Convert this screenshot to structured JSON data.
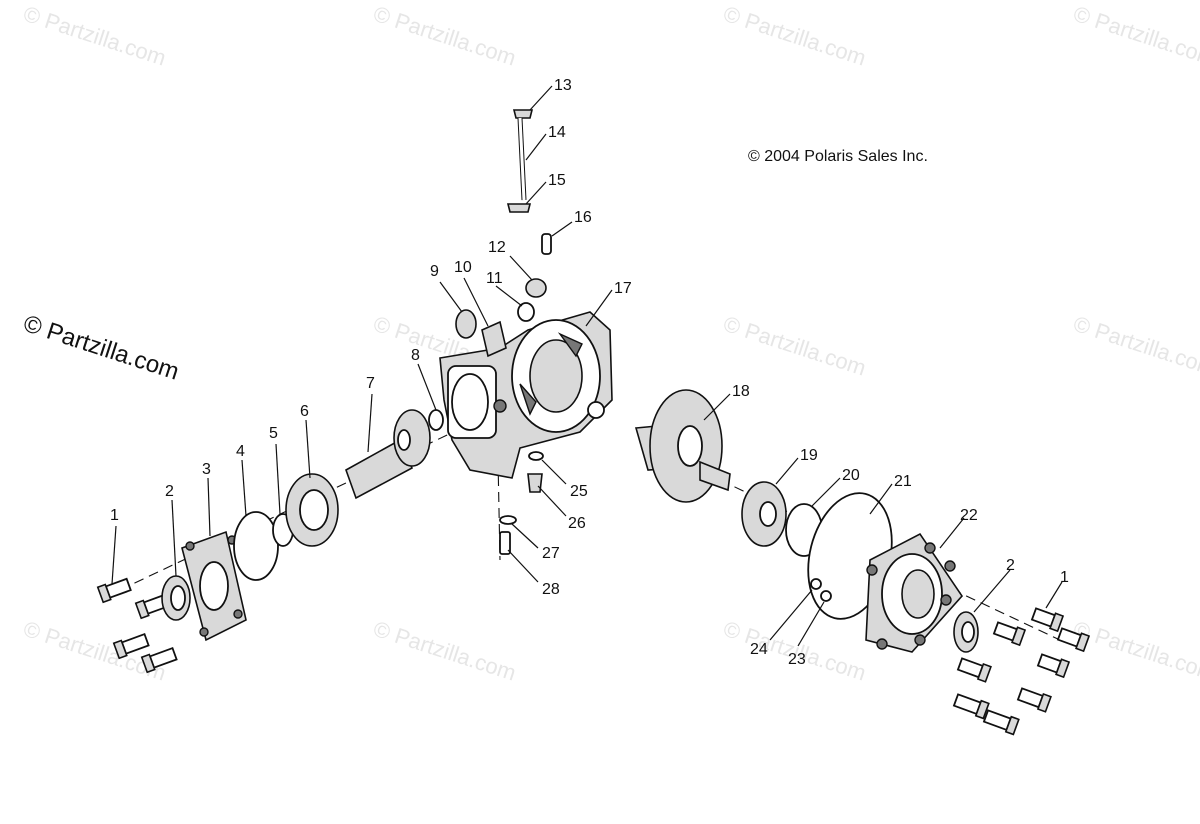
{
  "copyright": "© 2004 Polaris Sales Inc.",
  "watermark": {
    "text": "© Partzilla.com",
    "large_text": "© Partzilla.com"
  },
  "callouts": [
    {
      "id": "1-left",
      "label": "1"
    },
    {
      "id": "2-left",
      "label": "2"
    },
    {
      "id": "3",
      "label": "3"
    },
    {
      "id": "4",
      "label": "4"
    },
    {
      "id": "5",
      "label": "5"
    },
    {
      "id": "6",
      "label": "6"
    },
    {
      "id": "7",
      "label": "7"
    },
    {
      "id": "8",
      "label": "8"
    },
    {
      "id": "9",
      "label": "9"
    },
    {
      "id": "10",
      "label": "10"
    },
    {
      "id": "11",
      "label": "11"
    },
    {
      "id": "12",
      "label": "12"
    },
    {
      "id": "13",
      "label": "13"
    },
    {
      "id": "14",
      "label": "14"
    },
    {
      "id": "15",
      "label": "15"
    },
    {
      "id": "16",
      "label": "16"
    },
    {
      "id": "17",
      "label": "17"
    },
    {
      "id": "18",
      "label": "18"
    },
    {
      "id": "19",
      "label": "19"
    },
    {
      "id": "20",
      "label": "20"
    },
    {
      "id": "21",
      "label": "21"
    },
    {
      "id": "22",
      "label": "22"
    },
    {
      "id": "2-right",
      "label": "2"
    },
    {
      "id": "1-right",
      "label": "1"
    },
    {
      "id": "23",
      "label": "23"
    },
    {
      "id": "24",
      "label": "24"
    },
    {
      "id": "25",
      "label": "25"
    },
    {
      "id": "26",
      "label": "26"
    },
    {
      "id": "27",
      "label": "27"
    },
    {
      "id": "28",
      "label": "28"
    }
  ]
}
